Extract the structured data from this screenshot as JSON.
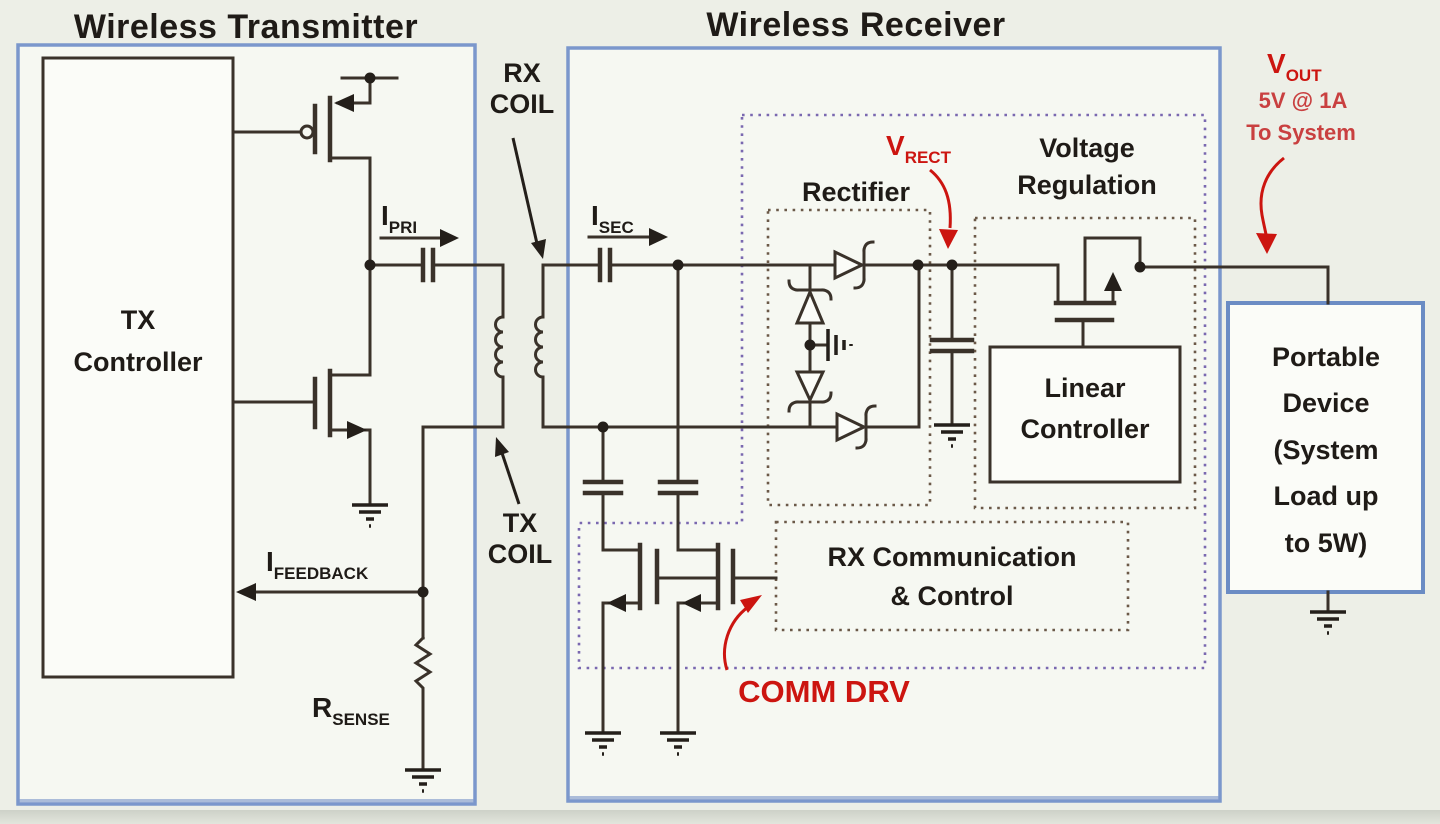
{
  "titles": {
    "transmitter": "Wireless Transmitter",
    "receiver": "Wireless Receiver"
  },
  "tx": {
    "controller_line1": "TX",
    "controller_line2": "Controller",
    "i_pri": {
      "main": "I",
      "sub": "PRI"
    },
    "i_feedback": {
      "main": "I",
      "sub": "FEEDBACK"
    },
    "r_sense": {
      "main": "R",
      "sub": "SENSE"
    }
  },
  "coils": {
    "rx_line1": "RX",
    "rx_line2": "COIL",
    "tx_line1": "TX",
    "tx_line2": "COIL"
  },
  "rx": {
    "i_sec": {
      "main": "I",
      "sub": "SEC"
    },
    "rectifier": "Rectifier",
    "v_rect": {
      "main": "V",
      "sub": "RECT"
    },
    "voltage_regulation_line1": "Voltage",
    "voltage_regulation_line2": "Regulation",
    "linear_controller_line1": "Linear",
    "linear_controller_line2": "Controller",
    "comm_line1": "RX Communication",
    "comm_line2": "& Control",
    "comm_drv": "COMM DRV"
  },
  "output": {
    "v_out": {
      "main": "V",
      "sub": "OUT"
    },
    "rating": "5V @ 1A",
    "destination": "To System",
    "portable_lines": [
      "Portable",
      "Device",
      "(System",
      "Load up",
      "to 5W)"
    ]
  },
  "colors": {
    "wire": "#3a322a",
    "panel_border": "#7b97cc",
    "accent_red": "#cc1510",
    "dotted_inner": "#6b5948",
    "dotted_outer": "#7a68b0"
  }
}
